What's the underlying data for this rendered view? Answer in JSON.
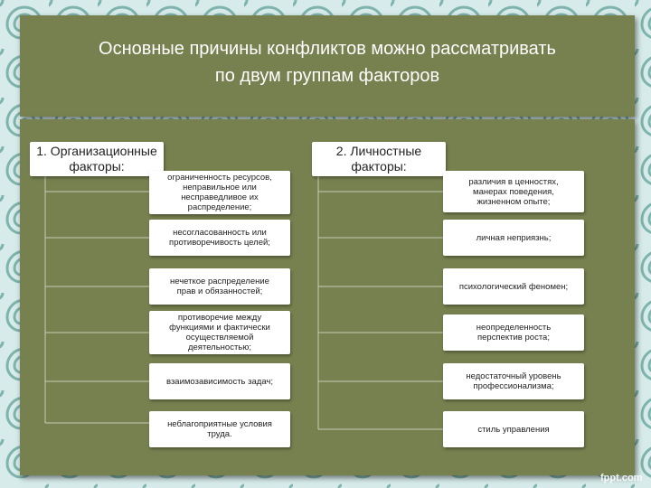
{
  "slide": {
    "title": "Основные причины конфликтов можно рассматривать\nпо двум группам факторов"
  },
  "groups": [
    {
      "heading": "1. Организационные\nфакторы:",
      "items": [
        "ограниченность ресурсов,\nнеправильное или\nнесправедливое их\nраспределение;",
        "несогласованность или\nпротиворечивость целей;",
        "нечеткое распределение\nправ и обязанностей;",
        "противоречие между\nфункциями и фактически\nосуществляемой\nдеятельностью;",
        "взаимозависимость задач;",
        "неблагоприятные условия\nтруда."
      ]
    },
    {
      "heading": "2. Личностные\nфакторы:",
      "items": [
        "различия в ценностях,\nманерах поведения,\nжизненном опыте;",
        "личная неприязнь;",
        "психологический феномен;",
        "неопределенность\nперспектив роста;",
        "недостаточный уровень\nпрофессионализма;",
        "стиль управления"
      ]
    }
  ],
  "watermark": "fppt.com",
  "colors": {
    "panel": "#77804f",
    "background": "#d7ecea",
    "swirl": "#7fb3ad"
  }
}
